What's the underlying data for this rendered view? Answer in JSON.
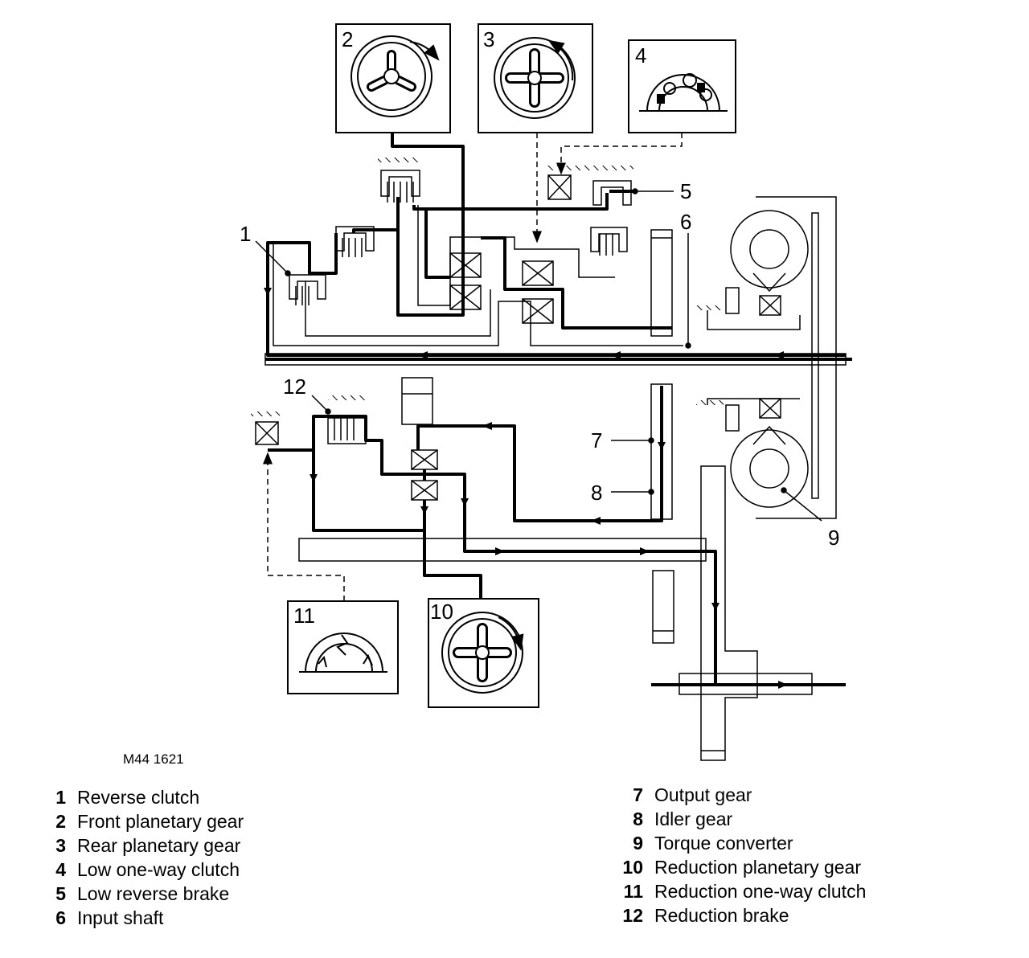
{
  "figure_code": "M44 1621",
  "callouts": [
    "1",
    "2",
    "3",
    "4",
    "5",
    "6",
    "7",
    "8",
    "9",
    "10",
    "11",
    "12"
  ],
  "legend_left": [
    {
      "num": "1",
      "label": "Reverse clutch"
    },
    {
      "num": "2",
      "label": "Front planetary gear"
    },
    {
      "num": "3",
      "label": "Rear planetary gear"
    },
    {
      "num": "4",
      "label": "Low one-way clutch"
    },
    {
      "num": "5",
      "label": "Low reverse brake"
    },
    {
      "num": "6",
      "label": "Input shaft"
    }
  ],
  "legend_right": [
    {
      "num": "7",
      "label": "Output gear"
    },
    {
      "num": "8",
      "label": "Idler gear"
    },
    {
      "num": "9",
      "label": "Torque converter"
    },
    {
      "num": "10",
      "label": "Reduction planetary gear"
    },
    {
      "num": "11",
      "label": "Reduction one-way clutch"
    },
    {
      "num": "12",
      "label": "Reduction brake"
    }
  ]
}
